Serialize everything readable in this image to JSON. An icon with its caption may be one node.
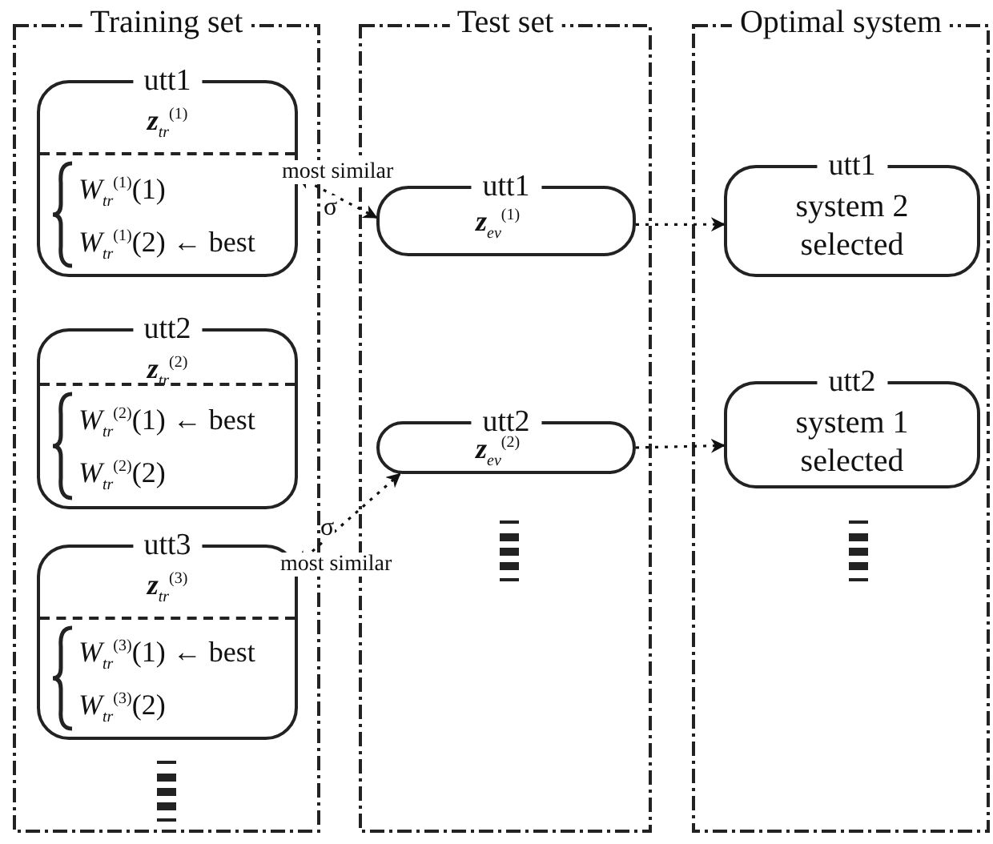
{
  "diagram": {
    "nodes": [
      {
        "text": [
          "Training set"
        ]
      },
      {
        "text": [
          "utt1",
          "**z**$_{tr}$$^{(1)}$",
          "*W*$_{tr}$$^{(1)}$(1)",
          "*W*$_{tr}$$^{(1)}$(2) ← best"
        ],
        "in": 0
      },
      {
        "text": [
          "utt2",
          "**z**$_{tr}$$^{(2)}$",
          "*W*$_{tr}$$^{(2)}$(1) ← best",
          "*W*$_{tr}$$^{(2)}$(2)"
        ],
        "in": 0
      },
      {
        "text": [
          "utt3",
          "**z**$_{tr}$$^{(3)}$",
          "*W*$_{tr}$$^{(3)}$(1) ← best",
          "*W*$_{tr}$$^{(3)}$(2)"
        ],
        "in": 0
      },
      {
        "text": [
          "Test set"
        ]
      },
      {
        "text": [
          "utt1",
          "**z**$_{ev}$$^{(1)}$"
        ],
        "in": 4
      },
      {
        "text": [
          "utt2",
          "**z**$_{ev}$$^{(2)}$"
        ],
        "in": 4
      },
      {
        "text": [
          "Optimal system"
        ]
      },
      {
        "text": [
          "utt1",
          "system 2 selected"
        ],
        "in": 7
      },
      {
        "text": [
          "utt2",
          "system 1 selected"
        ],
        "in": 7
      }
    ],
    "edges": [
      {
        "from": 1,
        "to": 5,
        "arrow": "both",
        "label": "most similar"
      },
      {
        "from": 3,
        "to": 6,
        "arrow": "both",
        "label": "most similar"
      },
      {
        "from": 5,
        "to": 8,
        "arrow": "to"
      },
      {
        "from": 6,
        "to": 9,
        "arrow": "to"
      }
    ],
    "labels": [
      "σ",
      "σ"
    ]
  }
}
